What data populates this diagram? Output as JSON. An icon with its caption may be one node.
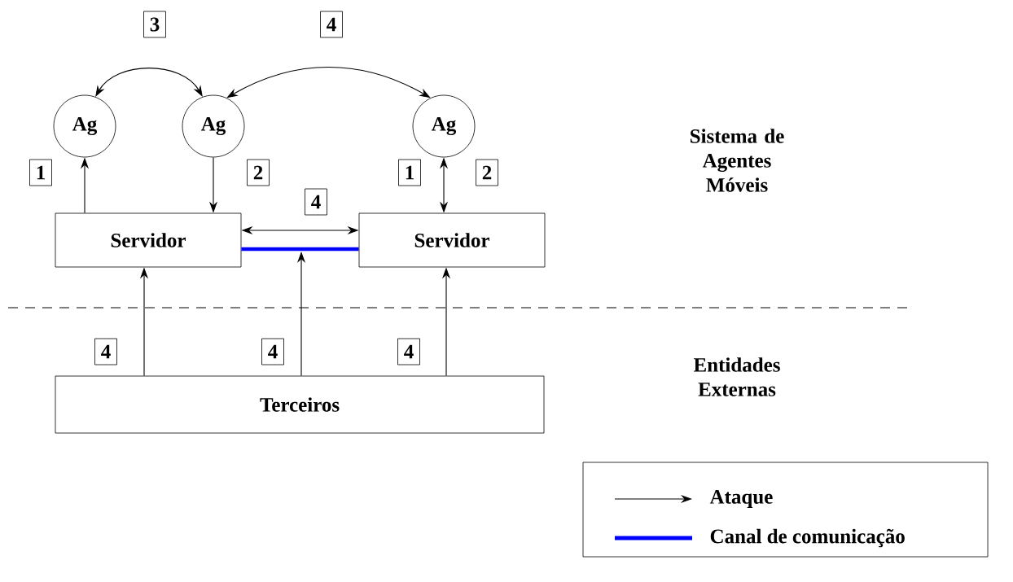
{
  "diagram": {
    "nodes": [
      {
        "text": [
          "Ag"
        ]
      },
      {
        "text": [
          "Ag"
        ]
      },
      {
        "text": [
          "Ag"
        ]
      },
      {
        "text": [
          "Servidor"
        ]
      },
      {
        "text": [
          "Servidor"
        ]
      },
      {
        "text": [
          "Terceiros"
        ]
      }
    ],
    "edges": [
      {
        "from": 0,
        "to": 1,
        "arrow": "both"
      },
      {
        "from": 1,
        "to": 2,
        "arrow": "both"
      },
      {
        "from": 3,
        "to": 0,
        "arrow": "to"
      },
      {
        "from": 1,
        "to": 3,
        "arrow": "to"
      },
      {
        "from": 2,
        "to": 4,
        "arrow": "both"
      },
      {
        "from": 3,
        "to": 4,
        "arrow": "both"
      },
      {
        "from": 3,
        "to": 4,
        "arrow": "none",
        "style": "thick",
        "color": "#0000ff"
      },
      {
        "from": 5,
        "to": 3,
        "arrow": "to"
      },
      {
        "from": 5,
        "to": null,
        "arrow": "to"
      },
      {
        "from": 5,
        "to": 4,
        "arrow": "to"
      }
    ],
    "labels": [
      "3",
      "4",
      "1",
      "2",
      "1",
      "2",
      "Sistema de Agentes Móveis",
      "4",
      "4",
      "4",
      "4",
      "Entidades Externas"
    ],
    "legend": [
      {
        "text": "Ataque"
      },
      {
        "text": "Canal de comunicação",
        "color": "#0000ff"
      }
    ]
  }
}
